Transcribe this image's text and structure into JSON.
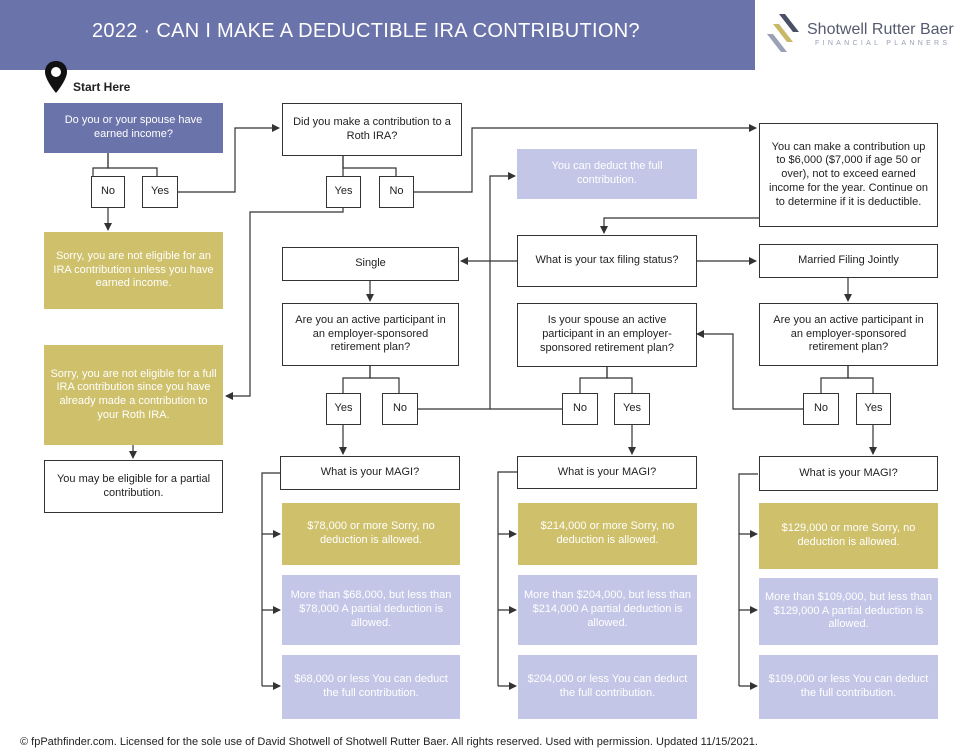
{
  "header": {
    "title": "2022 · CAN I MAKE A DEDUCTIBLE IRA CONTRIBUTION?"
  },
  "logo": {
    "name": "Shotwell Rutter Baer",
    "subtitle": "FINANCIAL PLANNERS"
  },
  "start_label": "Start Here",
  "nodes": {
    "earned_income_q": "Do you or your spouse have earned income?",
    "no_1": "No",
    "yes_1": "Yes",
    "not_eligible_earned": "Sorry, you are not eligible for an IRA contribution unless you have earned income.",
    "roth_q": "Did you make a contribution to a Roth IRA?",
    "yes_roth": "Yes",
    "no_roth": "No",
    "not_eligible_roth": "Sorry, you are not eligible for a full IRA contribution since you have already made a contribution to your Roth IRA.",
    "partial_eligible": "You may be eligible for a partial contribution.",
    "can_contribute": "You can make a contribution up to $6,000 ($7,000 if age 50 or over), not to exceed earned income for the year. Continue on to determine if it is deductible.",
    "full_deduct_top": "You can deduct the full contribution.",
    "filing_status_q": "What is your tax filing status?",
    "single": "Single",
    "mfj": "Married Filing Jointly",
    "single_active_q": "Are you an active participant in an employer-sponsored retirement plan?",
    "spouse_active_q": "Is your spouse an active participant in an employer-sponsored retirement plan?",
    "mfj_active_q": "Are you an active participant in an employer-sponsored retirement plan?",
    "single_yes": "Yes",
    "single_no": "No",
    "spouse_no": "No",
    "spouse_yes": "Yes",
    "mfj_no": "No",
    "mfj_yes": "Yes",
    "magi_left": "What is your MAGI?",
    "magi_mid": "What is your MAGI?",
    "magi_right": "What is your MAGI?",
    "left_r1": "$78,000 or more Sorry, no deduction is allowed.",
    "left_r2": "More than $68,000, but less than $78,000 A partial deduction is allowed.",
    "left_r3": "$68,000 or less You can deduct the full contribution.",
    "mid_r1": "$214,000 or more Sorry, no deduction is allowed.",
    "mid_r2": "More than $204,000, but less than $214,000 A partial deduction is allowed.",
    "mid_r3": "$204,000 or less You can deduct the full contribution.",
    "right_r1": "$129,000 or more Sorry, no deduction is allowed.",
    "right_r2": "More than $109,000, but less than $129,000 A partial deduction is allowed.",
    "right_r3": "$109,000 or less You can deduct the full contribution."
  },
  "footer": "© fpPathfinder.com. Licensed for the sole use of David Shotwell of Shotwell Rutter Baer. All rights reserved. Used with permission. Updated 11/15/2021.",
  "colors": {
    "purple": "#6b73ab",
    "gold": "#cfc06b",
    "lavender": "#c3c6e6"
  },
  "icons": {
    "start": "map-pin-icon",
    "logo": "logo-mark-icon"
  }
}
